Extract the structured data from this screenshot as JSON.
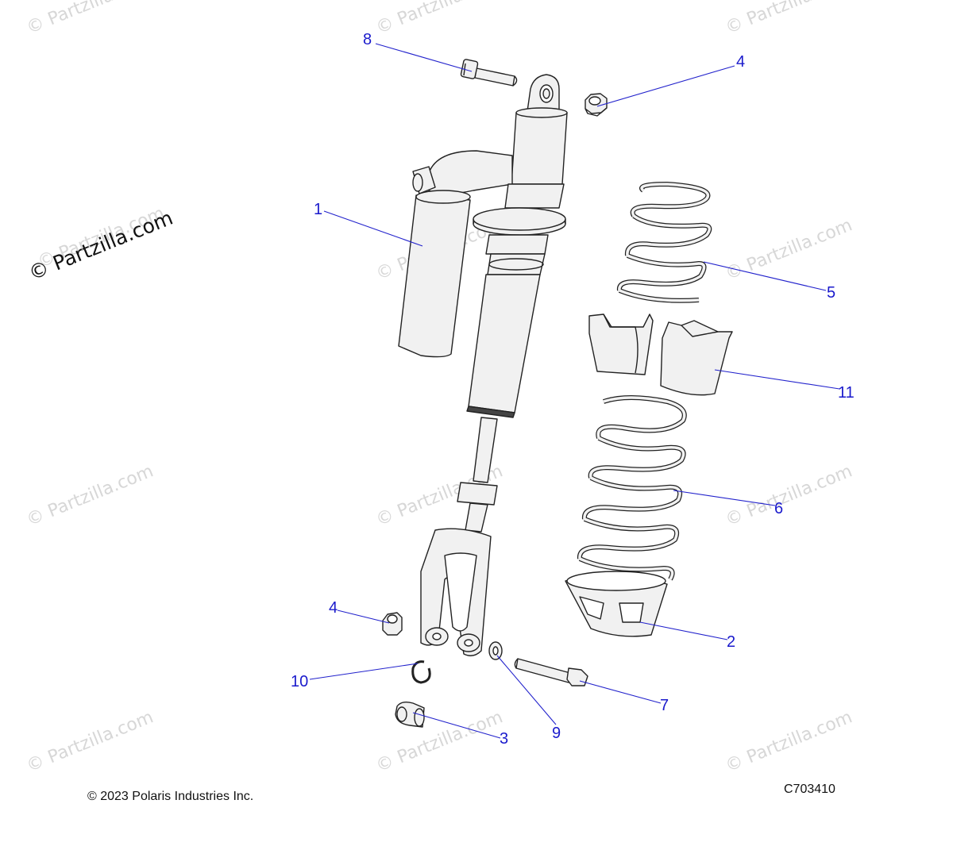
{
  "colors": {
    "callout": "#1a1acc",
    "leader": "#2222cc",
    "outline": "#222222",
    "part_fill": "#f1f1f1",
    "watermark": "#d7d7d7",
    "watermark_dark": "#111111"
  },
  "watermark": {
    "text": "© Partzilla.com"
  },
  "footer": {
    "copyright": "© 2023 Polaris Industries Inc.",
    "drawing_id": "C703410"
  },
  "callouts": [
    {
      "id": "c8",
      "label": "8"
    },
    {
      "id": "c4a",
      "label": "4"
    },
    {
      "id": "c1",
      "label": "1"
    },
    {
      "id": "c5",
      "label": "5"
    },
    {
      "id": "c11",
      "label": "11"
    },
    {
      "id": "c6",
      "label": "6"
    },
    {
      "id": "c4b",
      "label": "4"
    },
    {
      "id": "c2",
      "label": "2"
    },
    {
      "id": "c10",
      "label": "10"
    },
    {
      "id": "c7",
      "label": "7"
    },
    {
      "id": "c9",
      "label": "9"
    },
    {
      "id": "c3",
      "label": "3"
    }
  ]
}
